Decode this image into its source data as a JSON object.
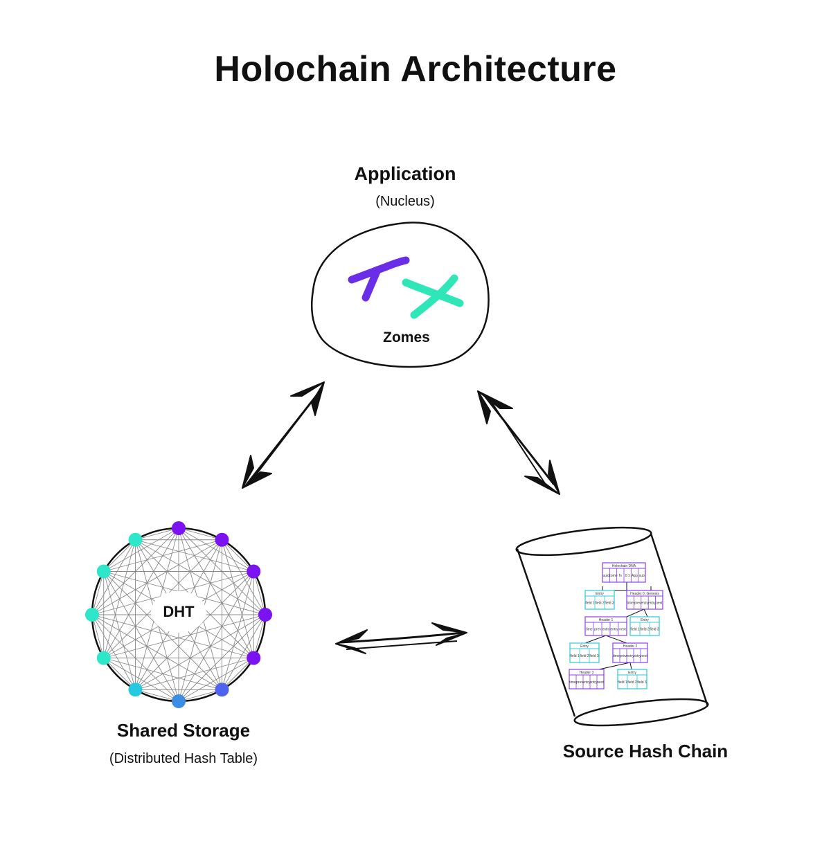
{
  "title": "Holochain Architecture",
  "application": {
    "title": "Application",
    "subtitle": "(Nucleus)",
    "zomes_label": "Zomes",
    "zome_colors": [
      "#6b2ee8",
      "#2ee6b8"
    ]
  },
  "shared_storage": {
    "title": "Shared Storage",
    "subtitle": "(Distributed Hash Table)",
    "center_label": "DHT",
    "node_colors": [
      "#7b12f2",
      "#7b12f2",
      "#7b12f2",
      "#7b12f2",
      "#7b12f2",
      "#4f63ee",
      "#3b8de6",
      "#26c9e0",
      "#2ee6c9",
      "#2ee6c9",
      "#2ee6c9",
      "#2ee6c9"
    ]
  },
  "source_chain": {
    "title": "Source Hash Chain",
    "header_color": "#8a3ce8",
    "entry_color": "#2cc9d9",
    "blocks": {
      "dna": {
        "title": "Holochain DNA",
        "cells": [
          "uuid",
          "zome",
          "fn",
          "0:1",
          "App",
          "sub"
        ]
      },
      "entry1": {
        "title": "Entry",
        "cells": [
          "field 1",
          "field 2",
          "field 3"
        ]
      },
      "header0": {
        "title": "Header 0: Genesis",
        "cells": [
          "time",
          "prev",
          "entry",
          "entry",
          "next"
        ]
      },
      "header1": {
        "title": "Header 1",
        "cells": [
          "time",
          "prev",
          "entry",
          "entry",
          "next"
        ]
      },
      "entry2": {
        "title": "Entry",
        "cells": [
          "field 1",
          "field 2",
          "field 3"
        ]
      },
      "entry3": {
        "title": "Entry",
        "cells": [
          "field 1",
          "field 2",
          "field 3"
        ]
      },
      "header2": {
        "title": "Header 2",
        "cells": [
          "time",
          "prev",
          "entry",
          "entry",
          "next"
        ]
      },
      "header3": {
        "title": "Header 3",
        "cells": [
          "time",
          "prev",
          "entry",
          "entry",
          "next"
        ]
      },
      "entry4": {
        "title": "Entry",
        "cells": [
          "field 1",
          "field 2",
          "field 3"
        ]
      }
    }
  },
  "connections": [
    "Application ↔ Shared Storage",
    "Application ↔ Source Hash Chain",
    "Shared Storage ↔ Source Hash Chain"
  ]
}
